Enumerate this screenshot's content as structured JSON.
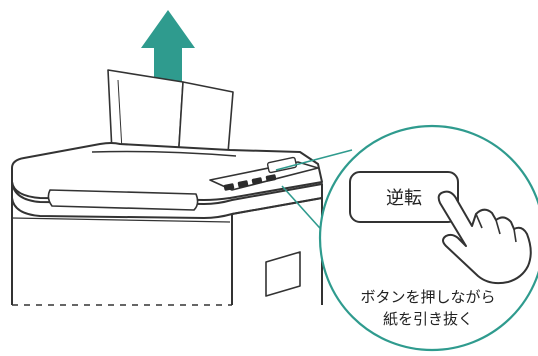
{
  "button_label": "逆転",
  "caption_line1": "ボタンを押しながら",
  "caption_line2": "紙を引き抜く",
  "icons": {
    "arrow": "arrow-up-icon",
    "hand": "pointing-hand-icon"
  },
  "colors": {
    "arrow": "#2f9b8e",
    "callout_border": "#2f9b8e",
    "outline": "#333333"
  }
}
